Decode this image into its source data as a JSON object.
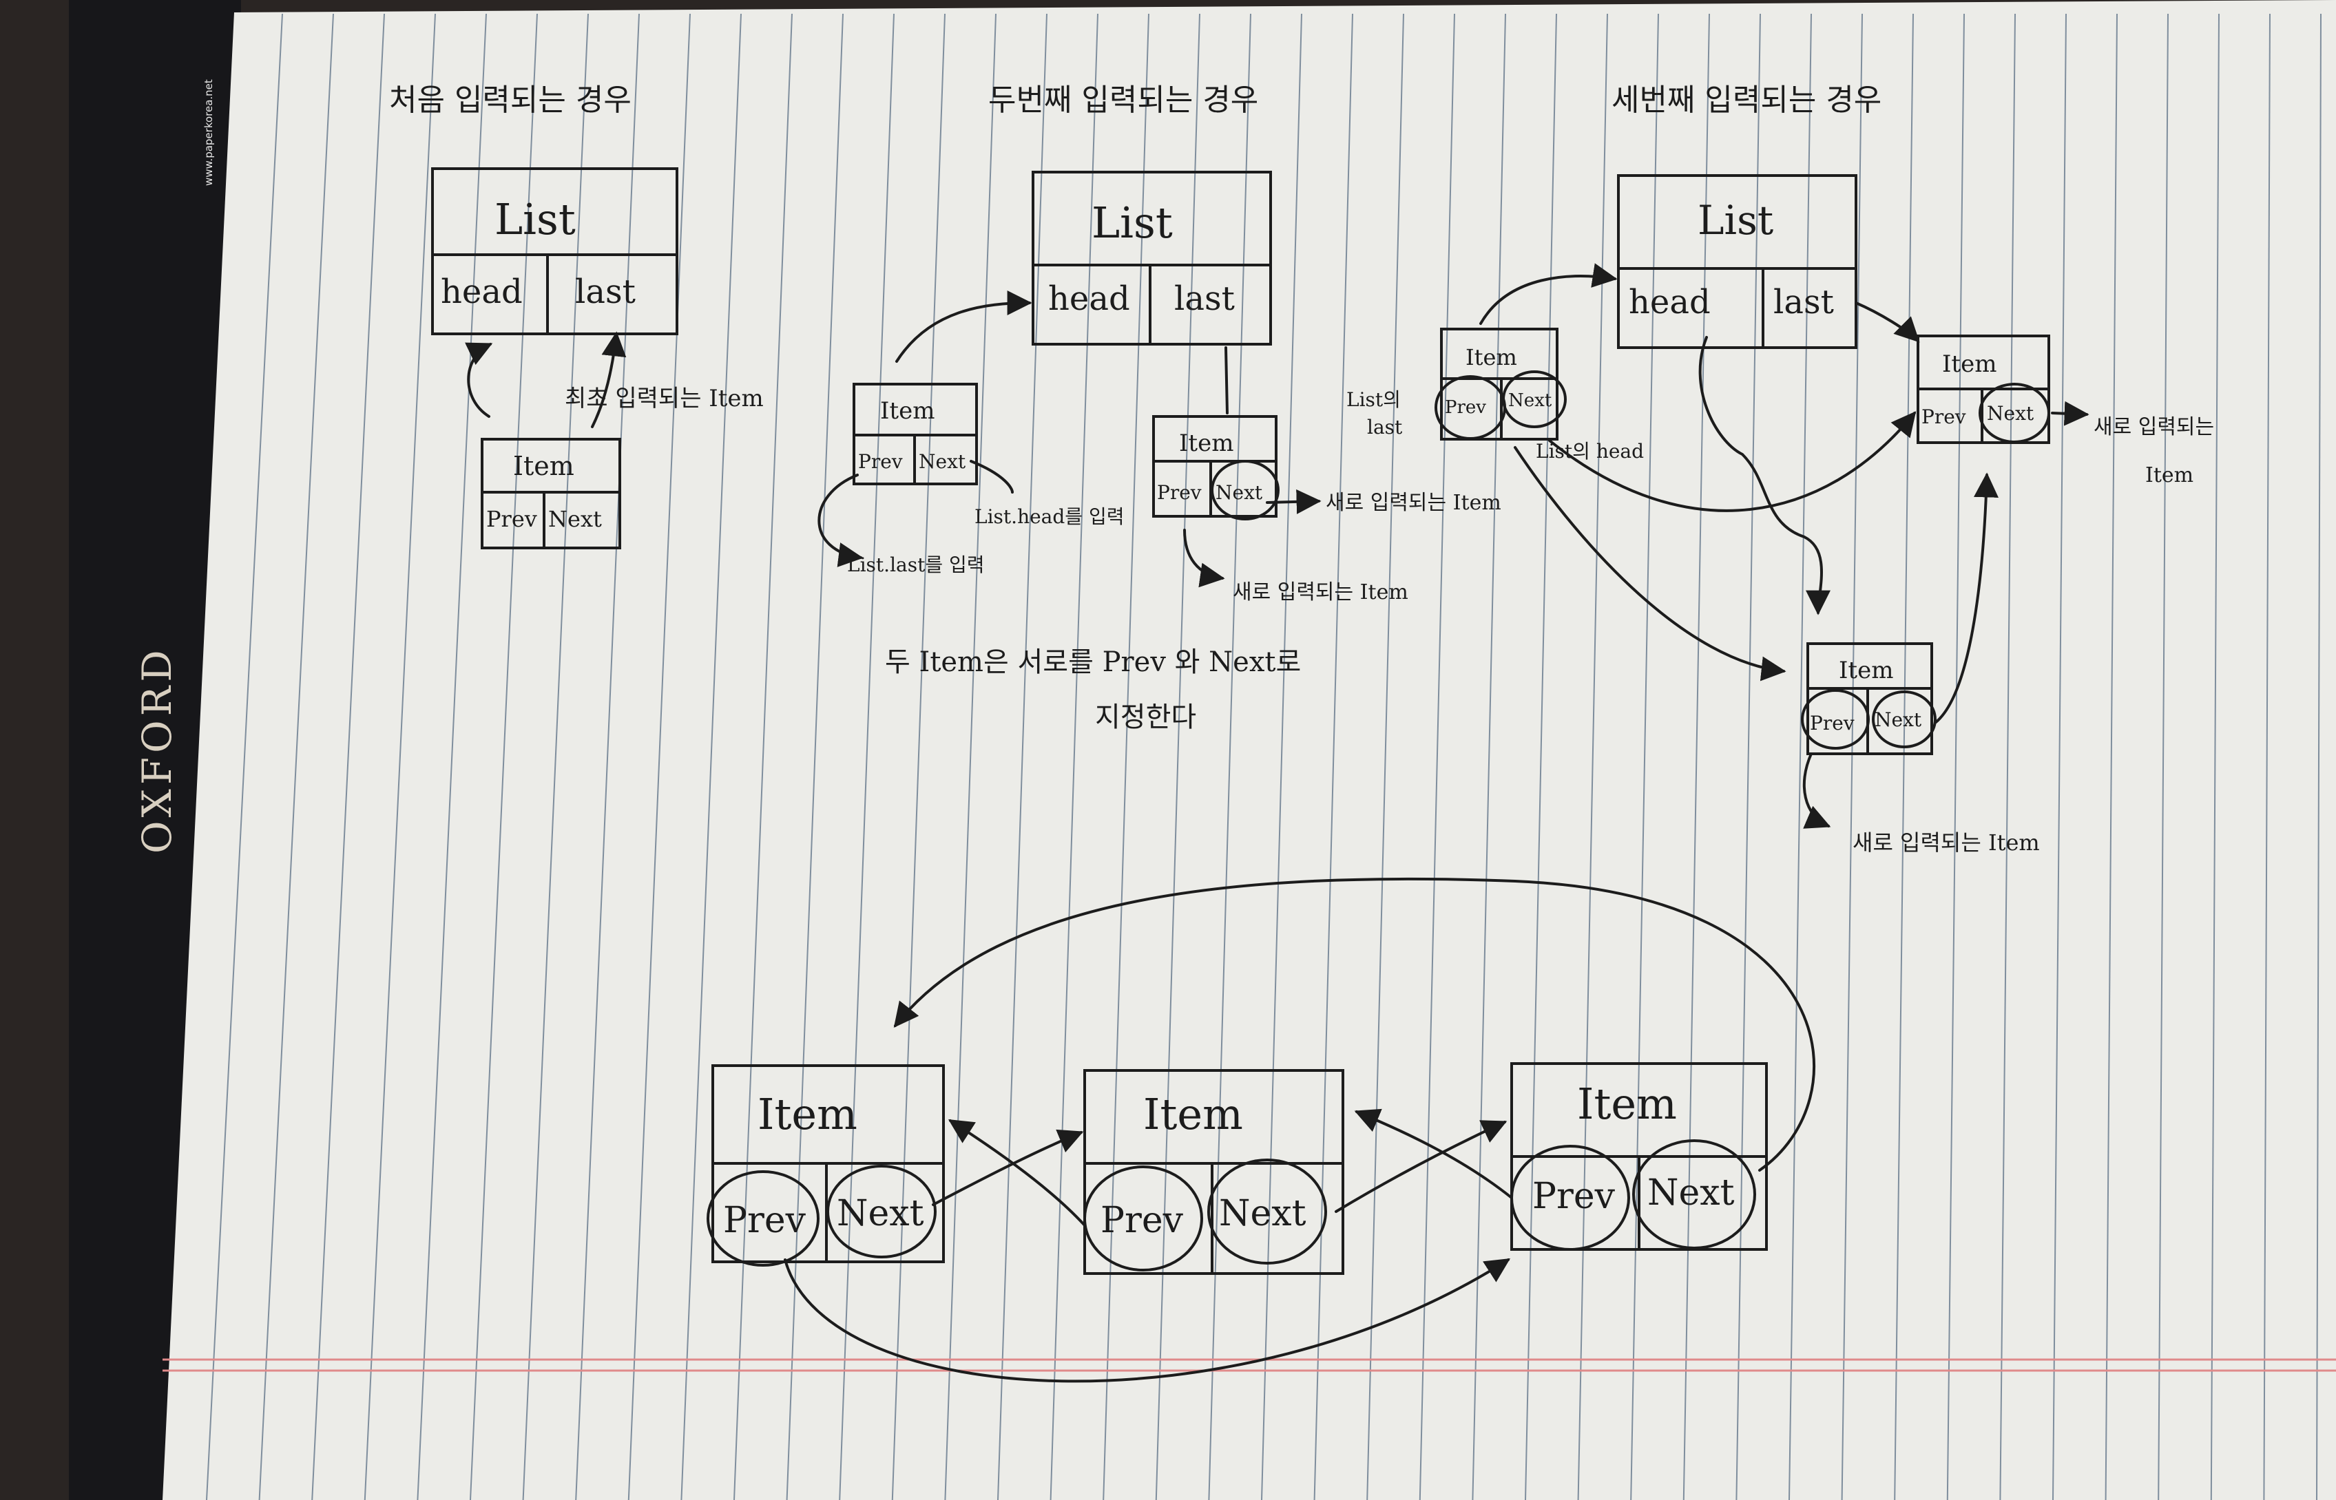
{
  "notebook": {
    "brand": "OXFORD",
    "url": "www.paperkorea.net"
  },
  "diagram1": {
    "title": "처음 입력되는 경우",
    "list": {
      "title": "List",
      "head": "head",
      "last": "last"
    },
    "item": {
      "title": "Item",
      "prev": "Prev",
      "next": "Next"
    },
    "note": "최초 입력되는 Item"
  },
  "diagram2": {
    "title": "두번째 입력되는 경우",
    "list": {
      "title": "List",
      "head": "head",
      "last": "last"
    },
    "item_old": {
      "title": "Item",
      "prev": "Prev",
      "next": "Next"
    },
    "item_new": {
      "title": "Item",
      "prev": "Prev",
      "next": "Next"
    },
    "note_head": "List.head를 입력",
    "note_last": "List.last를 입력",
    "note_new_right": "새로 입력되는 Item",
    "note_new_below": "새로 입력되는 Item",
    "caption_line1": "두 Item은 서로를 Prev 와 Next로",
    "caption_line2": "지정한다"
  },
  "diagram3": {
    "title": "세번째 입력되는 경우",
    "list": {
      "title": "List",
      "head": "head",
      "last": "last"
    },
    "item_head": {
      "title": "Item",
      "prev": "Prev",
      "next": "Next"
    },
    "item_new": {
      "title": "Item",
      "prev": "Prev",
      "next": "Next"
    },
    "item_mid": {
      "title": "Item",
      "prev": "Prev",
      "next": "Next"
    },
    "note_last_1": "List의",
    "note_last_2": "last",
    "note_listhead": "List의 head",
    "note_new_1": "새로 입력되는",
    "note_new_2": "Item",
    "note_bottom": "새로 입력되는 Item"
  },
  "diagram4": {
    "item_a": {
      "title": "Item",
      "prev": "Prev",
      "next": "Next"
    },
    "item_b": {
      "title": "Item",
      "prev": "Prev",
      "next": "Next"
    },
    "item_c": {
      "title": "Item",
      "prev": "Prev",
      "next": "Next"
    }
  }
}
